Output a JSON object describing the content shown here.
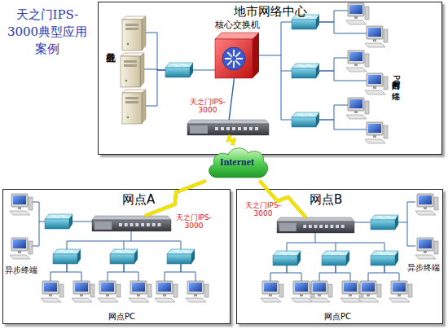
{
  "diagram": {
    "title": "天之门IPS-3000典型应用案例",
    "nodes": [
      {
        "text": [
          "地市网络中心"
        ]
      },
      {
        "text": [
          "核心交换机"
        ],
        "in": 0
      },
      {
        "text": [
          "天之门IPS-3000"
        ],
        "in": 0
      },
      {
        "text": [
          "Internet"
        ]
      },
      {
        "text": [
          "网点A"
        ]
      },
      {
        "text": [
          "天之门IPS-3000"
        ],
        "in": 4
      },
      {
        "text": [
          "网点B"
        ]
      },
      {
        "text": [
          "天之门IPS-3000"
        ],
        "in": 6
      }
    ],
    "edges": [
      {
        "from": 1,
        "to": 2,
        "arrow": "none"
      },
      {
        "from": 2,
        "to": 3,
        "arrow": "none"
      },
      {
        "from": 3,
        "to": 5,
        "arrow": "none"
      },
      {
        "from": 3,
        "to": 7,
        "arrow": "none"
      }
    ],
    "labels": [
      "业务机群",
      "内网各部门PC终端",
      "异步终端",
      "网点PC",
      "异步终端",
      "网点PC"
    ]
  }
}
